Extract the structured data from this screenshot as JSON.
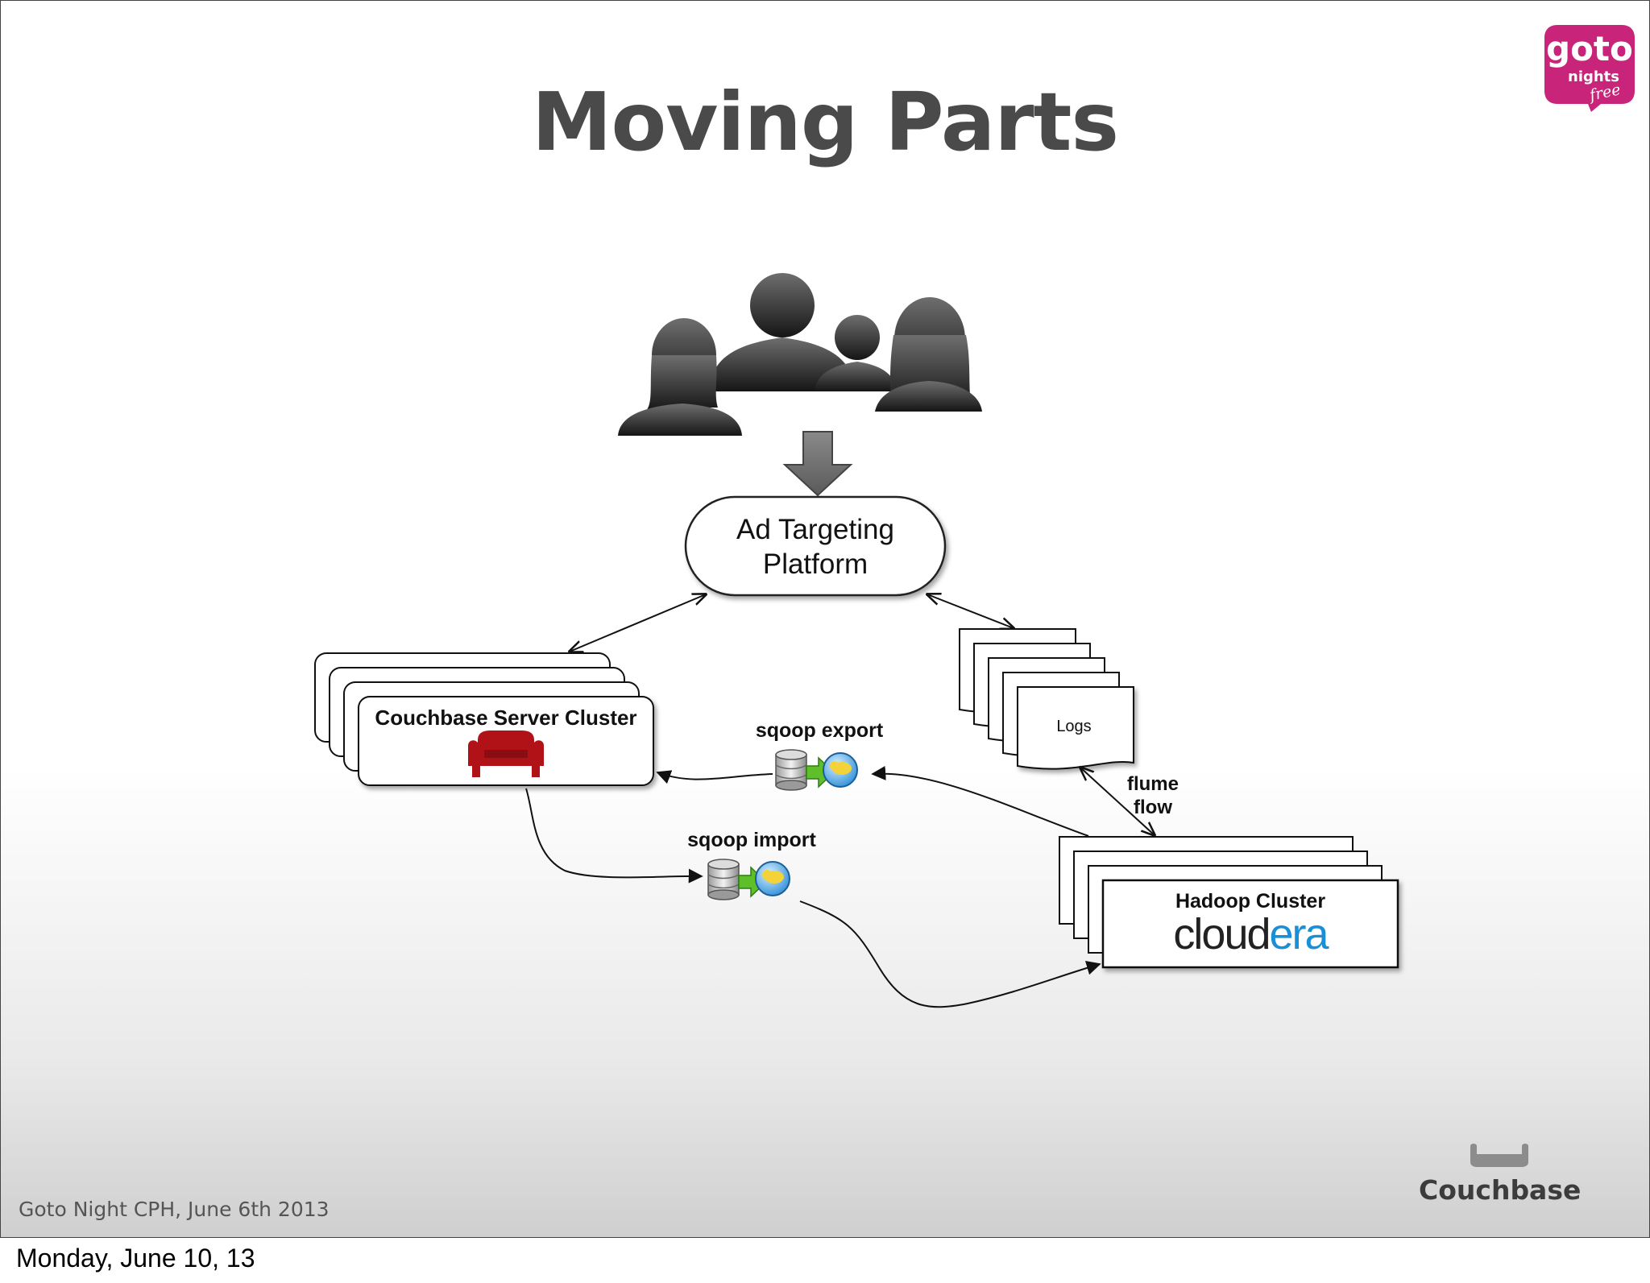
{
  "slide": {
    "title": "Moving Parts",
    "footer_left": "Goto Night CPH, June 6th 2013",
    "logo_text": "Couchbase",
    "badge": {
      "main": "goto;",
      "sub": "nights",
      "tag": "free"
    }
  },
  "caption": "Monday, June 10, 13",
  "diagram": {
    "platform": {
      "line1": "Ad Targeting",
      "line2": "Platform"
    },
    "couchbase": {
      "label": "Couchbase Server Cluster"
    },
    "logs": {
      "label": "Logs"
    },
    "hadoop": {
      "label": "Hadoop Cluster",
      "vendor_a": "cloud",
      "vendor_b": "era"
    },
    "sqoop_export": "sqoop export",
    "sqoop_import": "sqoop import",
    "flume": {
      "line1": "flume",
      "line2": "flow"
    }
  },
  "icons": [
    "users-icon",
    "down-arrow-icon",
    "couch-icon",
    "database-icon",
    "elephant-icon",
    "couchbase-logo-icon"
  ],
  "colors": {
    "title": "#4a4a4a",
    "couch": "#b01217",
    "cloudera_blue": "#1a8fd6",
    "badge": "#c8247a"
  }
}
